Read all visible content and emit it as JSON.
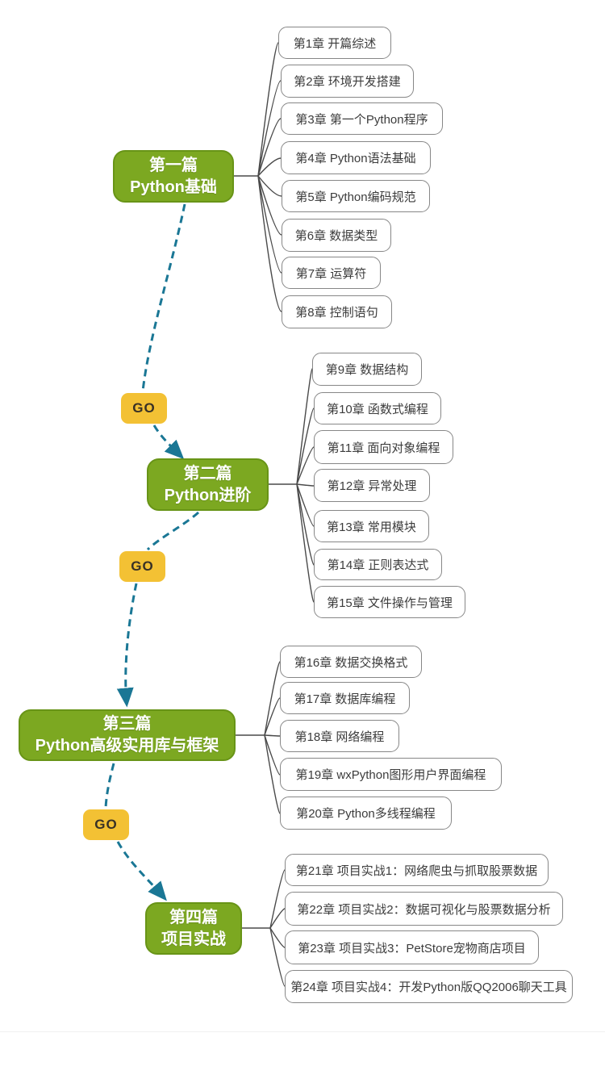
{
  "diagram": {
    "type": "mindmap",
    "topic": "Python book table of contents",
    "colors": {
      "section_fill": "#7CA821",
      "section_border": "#689417",
      "section_text": "#ffffff",
      "chapter_border": "#878787",
      "chapter_text": "#3c3c3c",
      "go_fill": "#F3C134",
      "go_text": "#383126",
      "arrow_teal": "#1A7795",
      "branch_line": "#4a4a4a",
      "background": "#ffffff"
    }
  },
  "go_badges": [
    {
      "label": "GO"
    },
    {
      "label": "GO"
    },
    {
      "label": "GO"
    }
  ],
  "sections": [
    {
      "title_line1": "第一篇",
      "title_line2": "Python基础",
      "chapters": [
        "第1章 开篇综述",
        "第2章 环境开发搭建",
        "第3章 第一个Python程序",
        "第4章 Python语法基础",
        "第5章 Python编码规范",
        "第6章 数据类型",
        "第7章 运算符",
        "第8章 控制语句"
      ]
    },
    {
      "title_line1": "第二篇",
      "title_line2": "Python进阶",
      "chapters": [
        "第9章 数据结构",
        "第10章 函数式编程",
        "第11章 面向对象编程",
        "第12章 异常处理",
        "第13章 常用模块",
        "第14章 正则表达式",
        "第15章 文件操作与管理"
      ]
    },
    {
      "title_line1": "第三篇",
      "title_line2": "Python高级实用库与框架",
      "chapters": [
        "第16章 数据交换格式",
        "第17章 数据库编程",
        "第18章 网络编程",
        "第19章 wxPython图形用户界面编程",
        "第20章 Python多线程编程"
      ]
    },
    {
      "title_line1": "第四篇",
      "title_line2": "项目实战",
      "chapters": [
        "第21章 项目实战1：网络爬虫与抓取股票数据",
        "第22章 项目实战2：数据可视化与股票数据分析",
        "第23章 项目实战3：PetStore宠物商店项目",
        "第24章 项目实战4：开发Python版QQ2006聊天工具"
      ]
    }
  ]
}
